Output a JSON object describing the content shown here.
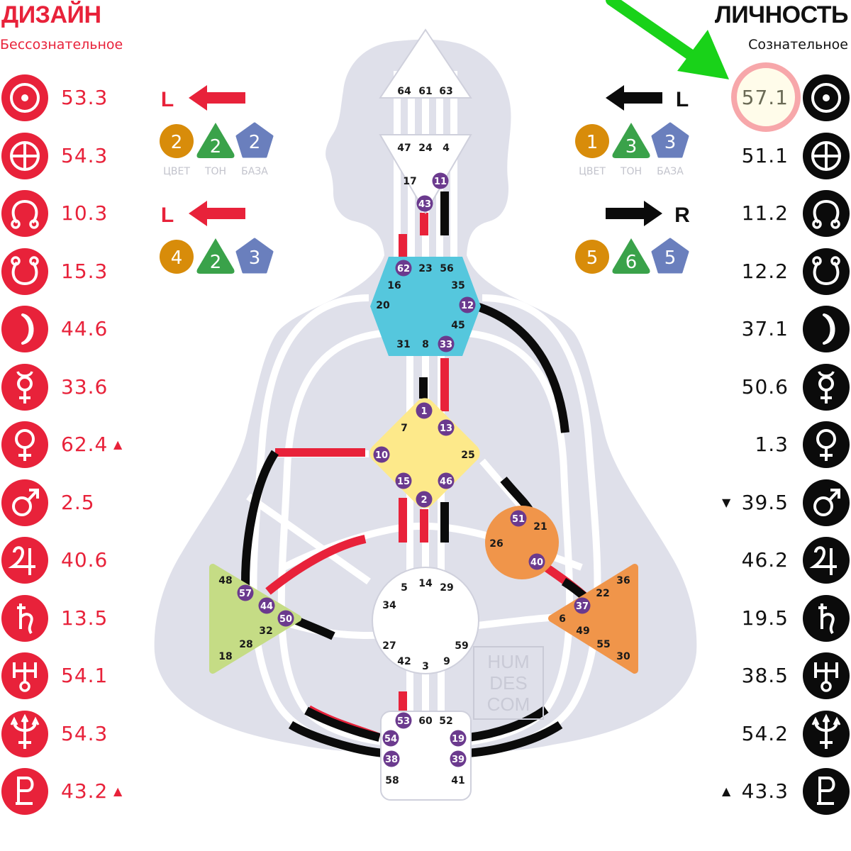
{
  "design": {
    "title": "ДИЗАЙН",
    "subtitle": "Бессознательное",
    "color": "#e8223a",
    "planets": [
      {
        "icon": "sun-icon",
        "value": "53.3",
        "mark": ""
      },
      {
        "icon": "earth-icon",
        "value": "54.3",
        "mark": ""
      },
      {
        "icon": "north-node-icon",
        "value": "10.3",
        "mark": ""
      },
      {
        "icon": "south-node-icon",
        "value": "15.3",
        "mark": ""
      },
      {
        "icon": "moon-icon",
        "value": "44.6",
        "mark": ""
      },
      {
        "icon": "mercury-icon",
        "value": "33.6",
        "mark": ""
      },
      {
        "icon": "venus-icon",
        "value": "62.4",
        "mark": "▲"
      },
      {
        "icon": "mars-icon",
        "value": "2.5",
        "mark": ""
      },
      {
        "icon": "jupiter-icon",
        "value": "40.6",
        "mark": ""
      },
      {
        "icon": "saturn-icon",
        "value": "13.5",
        "mark": ""
      },
      {
        "icon": "uranus-icon",
        "value": "54.1",
        "mark": ""
      },
      {
        "icon": "neptune-icon",
        "value": "54.3",
        "mark": ""
      },
      {
        "icon": "pluto-icon",
        "value": "43.2",
        "mark": "▲"
      }
    ],
    "arrows": [
      {
        "direction": "L",
        "color": "2",
        "tone": "2",
        "base": "2"
      },
      {
        "direction": "L",
        "color": "4",
        "tone": "2",
        "base": "3"
      }
    ]
  },
  "personality": {
    "title": "ЛИЧНОСТЬ",
    "subtitle": "Сознательное",
    "color": "#0b0b0b",
    "planets": [
      {
        "icon": "sun-icon",
        "value": "57.1",
        "mark": ""
      },
      {
        "icon": "earth-icon",
        "value": "51.1",
        "mark": ""
      },
      {
        "icon": "north-node-icon",
        "value": "11.2",
        "mark": ""
      },
      {
        "icon": "south-node-icon",
        "value": "12.2",
        "mark": ""
      },
      {
        "icon": "moon-icon",
        "value": "37.1",
        "mark": ""
      },
      {
        "icon": "mercury-icon",
        "value": "50.6",
        "mark": ""
      },
      {
        "icon": "venus-icon",
        "value": "1.3",
        "mark": ""
      },
      {
        "icon": "mars-icon",
        "value": "39.5",
        "mark": "▼"
      },
      {
        "icon": "jupiter-icon",
        "value": "46.2",
        "mark": ""
      },
      {
        "icon": "saturn-icon",
        "value": "19.5",
        "mark": ""
      },
      {
        "icon": "uranus-icon",
        "value": "38.5",
        "mark": ""
      },
      {
        "icon": "neptune-icon",
        "value": "54.2",
        "mark": ""
      },
      {
        "icon": "pluto-icon",
        "value": "43.3",
        "mark": "▲"
      }
    ],
    "arrows": [
      {
        "direction": "L",
        "color": "1",
        "tone": "3",
        "base": "3"
      },
      {
        "direction": "R",
        "color": "5",
        "tone": "6",
        "base": "5"
      }
    ]
  },
  "variable_labels": {
    "color": "ЦВЕТ",
    "tone": "ТОН",
    "base": "БАЗА"
  },
  "watermark": [
    "HUM",
    "DES",
    "COM"
  ],
  "centers": {
    "head": {
      "gates": [
        "64",
        "61",
        "63"
      ]
    },
    "ajna": {
      "gates": [
        "47",
        "24",
        "4",
        "17",
        "11",
        "43"
      ]
    },
    "throat": {
      "gates": [
        "62",
        "23",
        "56",
        "16",
        "35",
        "20",
        "12",
        "45",
        "31",
        "8",
        "33"
      ]
    },
    "g": {
      "gates": [
        "1",
        "7",
        "13",
        "10",
        "25",
        "15",
        "46",
        "2"
      ]
    },
    "ego": {
      "gates": [
        "51",
        "21",
        "26",
        "40"
      ]
    },
    "spleen": {
      "gates": [
        "48",
        "57",
        "44",
        "50",
        "32",
        "28",
        "18"
      ]
    },
    "sacral": {
      "gates": [
        "5",
        "14",
        "29",
        "34",
        "27",
        "59",
        "42",
        "3",
        "9"
      ]
    },
    "solar_plexus": {
      "gates": [
        "36",
        "22",
        "37",
        "6",
        "49",
        "55",
        "30"
      ]
    },
    "root": {
      "gates": [
        "53",
        "60",
        "52",
        "54",
        "19",
        "38",
        "39",
        "58",
        "41"
      ]
    }
  },
  "active_gates": [
    "11",
    "43",
    "62",
    "12",
    "33",
    "1",
    "13",
    "10",
    "15",
    "46",
    "2",
    "51",
    "40",
    "57",
    "44",
    "50",
    "37",
    "53",
    "54",
    "38",
    "19",
    "39"
  ],
  "colors": {
    "red": "#e8223a",
    "black": "#0b0b0b",
    "silhouette": "#dfe0ea",
    "throat": "#55c7dd",
    "g": "#fde98a",
    "ego": "#f0954a",
    "spleen": "#c5dc85",
    "solar_plexus": "#f0954a",
    "color_badge": "#d88c0a",
    "tone_badge": "#3aa24a",
    "base_badge": "#6a7fbd",
    "active_gate": "#6b3a8e",
    "highlight_arrow": "#19d219"
  }
}
